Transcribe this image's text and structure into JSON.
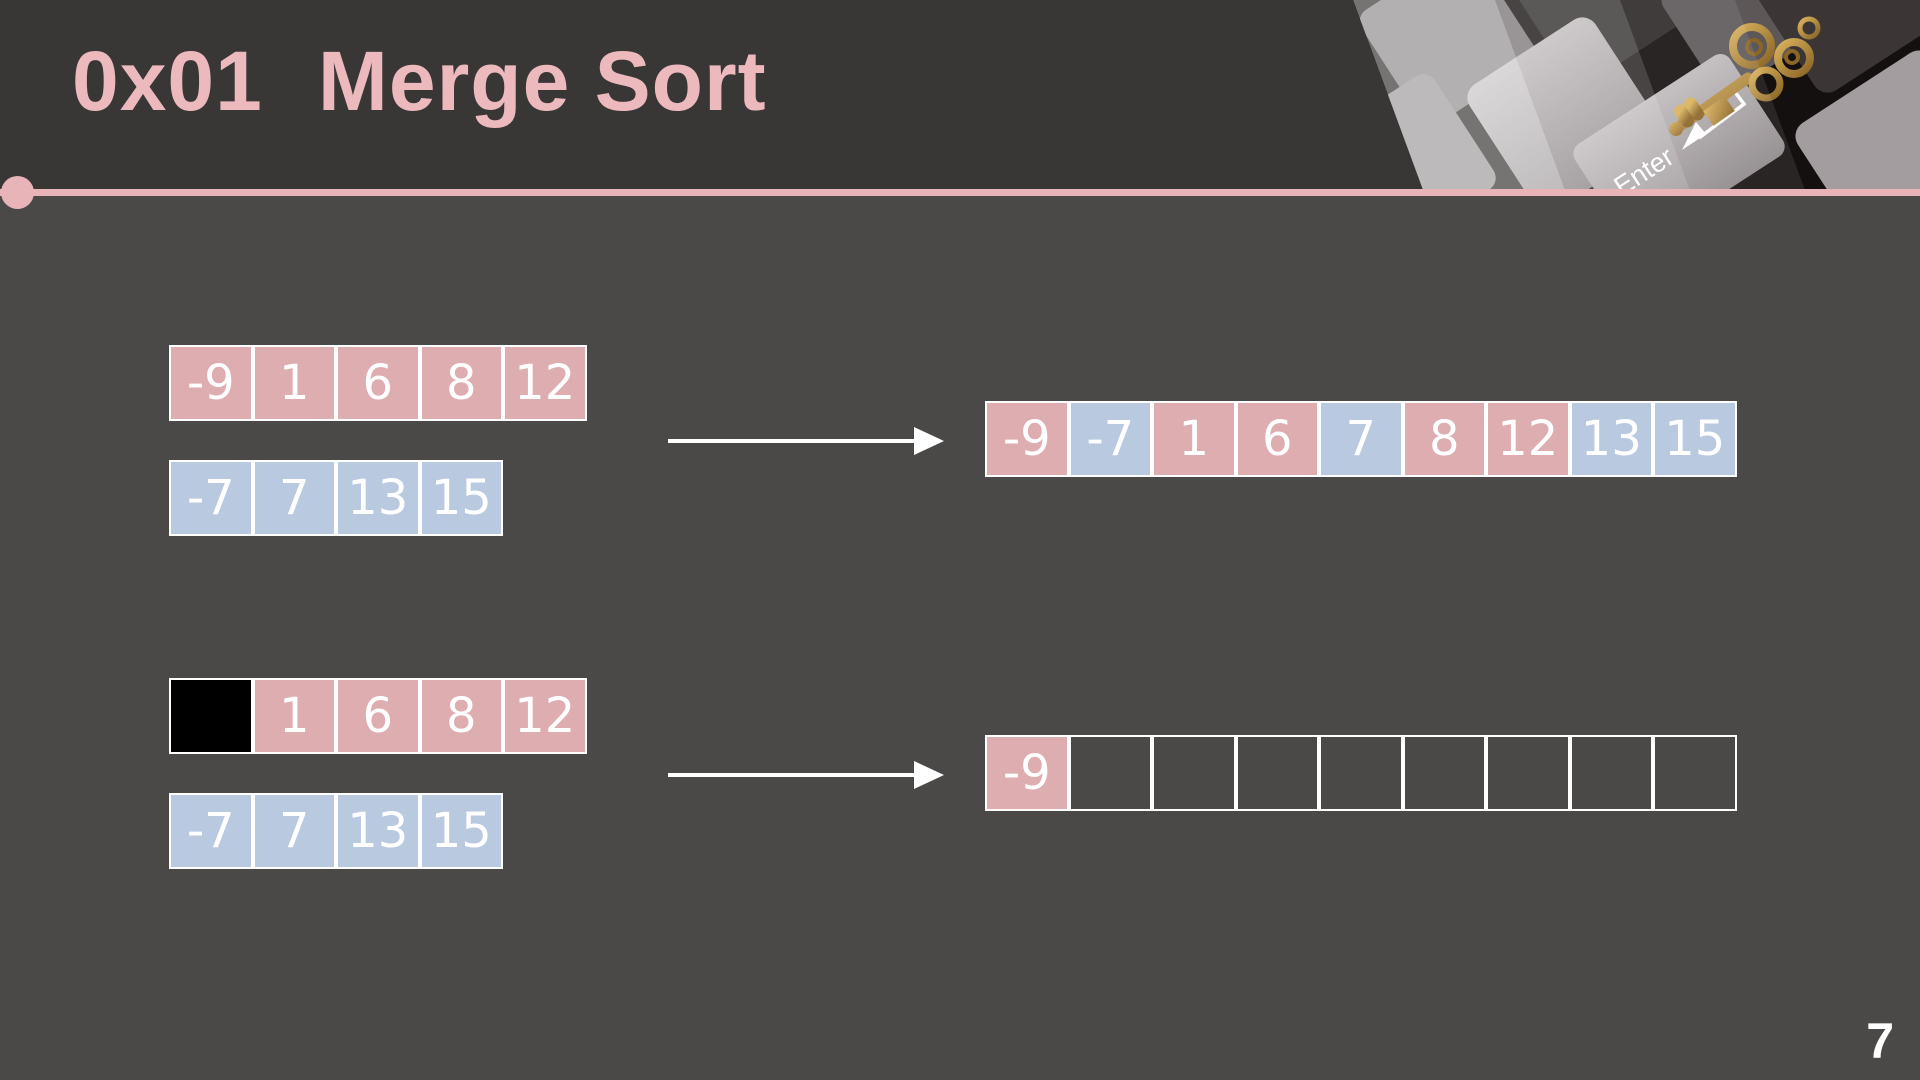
{
  "slide": {
    "title_prefix": "0x01",
    "title": "Merge Sort",
    "page_number": "7",
    "colors": {
      "accent_pink": "#e9b4b7",
      "header_bg": "#393636",
      "body_bg": "#4b4848",
      "pink_cell": "#deadaf",
      "blue_cell": "#b8c9e0",
      "consumed_cell": "#000000",
      "cell_text": "#ffffff",
      "arrow": "#ffffff"
    },
    "decor": {
      "photo": "keyboard-with-gold-key-photo",
      "enter_key_label": "Enter"
    }
  },
  "diagram": {
    "examples": [
      {
        "id": "merge-complete",
        "input_top": {
          "cells": [
            {
              "v": "-9",
              "c": "pink"
            },
            {
              "v": "1",
              "c": "pink"
            },
            {
              "v": "6",
              "c": "pink"
            },
            {
              "v": "8",
              "c": "pink"
            },
            {
              "v": "12",
              "c": "pink"
            }
          ]
        },
        "input_bottom": {
          "cells": [
            {
              "v": "-7",
              "c": "blue"
            },
            {
              "v": "7",
              "c": "blue"
            },
            {
              "v": "13",
              "c": "blue"
            },
            {
              "v": "15",
              "c": "blue"
            }
          ]
        },
        "output": {
          "cells": [
            {
              "v": "-9",
              "c": "pink"
            },
            {
              "v": "-7",
              "c": "blue"
            },
            {
              "v": "1",
              "c": "pink"
            },
            {
              "v": "6",
              "c": "pink"
            },
            {
              "v": "7",
              "c": "blue"
            },
            {
              "v": "8",
              "c": "pink"
            },
            {
              "v": "12",
              "c": "pink"
            },
            {
              "v": "13",
              "c": "blue"
            },
            {
              "v": "15",
              "c": "blue"
            }
          ]
        }
      },
      {
        "id": "merge-first-step",
        "input_top": {
          "cells": [
            {
              "v": "",
              "c": "black"
            },
            {
              "v": "1",
              "c": "pink"
            },
            {
              "v": "6",
              "c": "pink"
            },
            {
              "v": "8",
              "c": "pink"
            },
            {
              "v": "12",
              "c": "pink"
            }
          ]
        },
        "input_bottom": {
          "cells": [
            {
              "v": "-7",
              "c": "blue"
            },
            {
              "v": "7",
              "c": "blue"
            },
            {
              "v": "13",
              "c": "blue"
            },
            {
              "v": "15",
              "c": "blue"
            }
          ]
        },
        "output": {
          "cells": [
            {
              "v": "-9",
              "c": "pink"
            },
            {
              "v": "",
              "c": "empty"
            },
            {
              "v": "",
              "c": "empty"
            },
            {
              "v": "",
              "c": "empty"
            },
            {
              "v": "",
              "c": "empty"
            },
            {
              "v": "",
              "c": "empty"
            },
            {
              "v": "",
              "c": "empty"
            },
            {
              "v": "",
              "c": "empty"
            },
            {
              "v": "",
              "c": "empty"
            }
          ]
        }
      }
    ]
  }
}
